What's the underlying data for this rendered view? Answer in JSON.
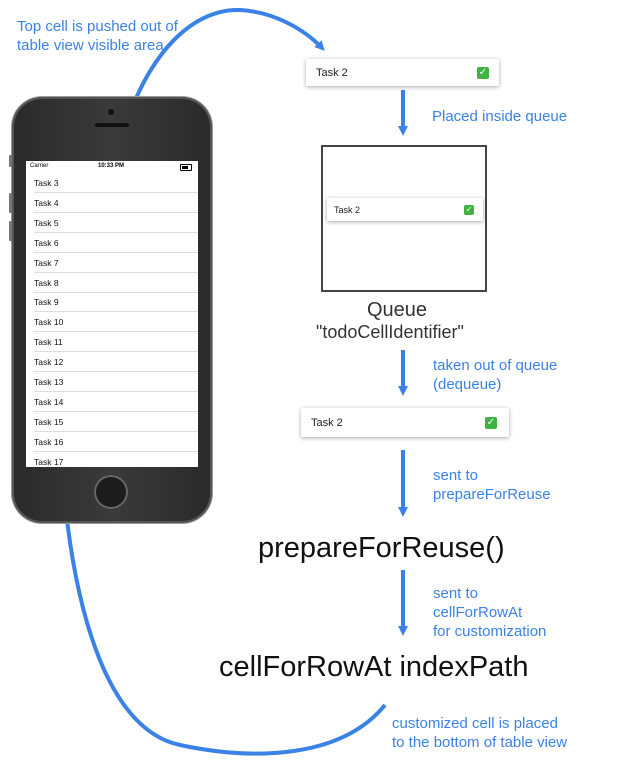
{
  "annotations": {
    "top_pushed": "Top cell is pushed out of table view visible area",
    "placed_inside": "Placed inside queue",
    "taken_out_line1": "taken out of queue",
    "taken_out_line2": "(dequeue)",
    "sent_prepare_line1": "sent to",
    "sent_prepare_line2": "prepareForReuse",
    "sent_cell_line1": "sent to",
    "sent_cell_line2": "cellForRowAt",
    "sent_cell_line3": "for customization",
    "customized_line1": "customized cell is placed",
    "customized_line2": "to the bottom of table view"
  },
  "cells": {
    "top_cell_label": "Task 2",
    "queued_cell_label": "Task 2",
    "dequeued_cell_label": "Task 2"
  },
  "queue": {
    "title": "Queue",
    "identifier": "\"todoCellIdentifier\""
  },
  "methods": {
    "prepare": "prepareForReuse()",
    "cell_for_row": "cellForRowAt indexPath"
  },
  "phone": {
    "carrier": "Carrier",
    "time": "10:33 PM",
    "rows": [
      "Task 3",
      "Task 4",
      "Task 5",
      "Task 6",
      "Task 7",
      "Task 8",
      "Task 9",
      "Task 10",
      "Task 11",
      "Task 12",
      "Task 13",
      "Task 14",
      "Task 15",
      "Task 16",
      "Task 17"
    ]
  },
  "colors": {
    "arrow_blue": "#3b82e6",
    "check_green": "#3fb33f"
  }
}
